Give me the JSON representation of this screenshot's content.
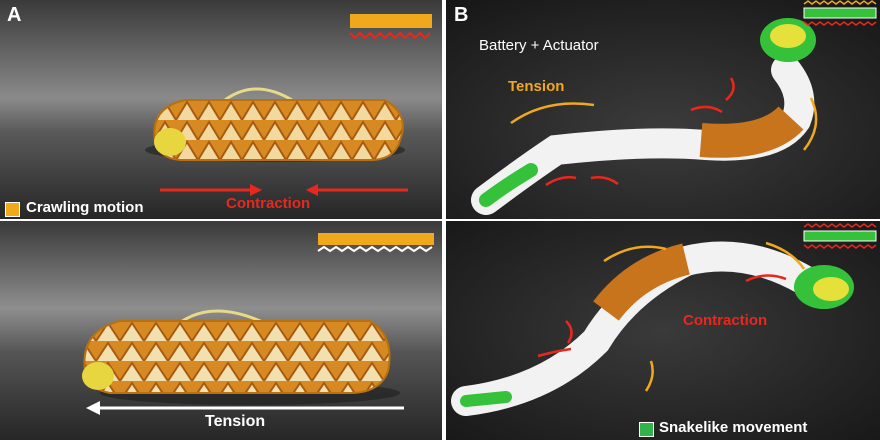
{
  "panel_a": {
    "label": "A",
    "top": {
      "legend_text": "Crawling motion",
      "arrow_text": "Contraction",
      "legend_color": "#f0a81c"
    },
    "bottom": {
      "arrow_text": "Tension"
    }
  },
  "panel_b": {
    "label": "B",
    "top": {
      "caption": "Battery + Actuator",
      "arrow_text": "Tension"
    },
    "bottom": {
      "arrow_text": "Contraction",
      "legend_text": "Snakelike movement",
      "legend_color": "#2fb34a"
    }
  },
  "colors": {
    "red_arrow": "#e8281e",
    "orange_arrow": "#f0a81c",
    "white_arrow": "#ffffff",
    "gold_actuator": "#d98a1e",
    "snake_green": "#35c23a"
  }
}
